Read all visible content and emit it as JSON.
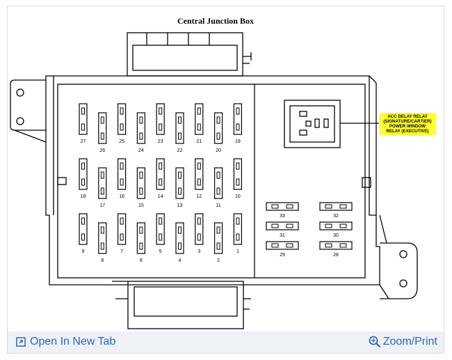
{
  "diagram": {
    "title": "Central Junction Box",
    "relay_callout": [
      "ACC DELAY RELAY",
      "(SIGNATURE/CARTIER)",
      "POWER WINDOW",
      "RELAY (EXECUTIVE)"
    ],
    "callout_color": "#ffff33",
    "fuse_rows": [
      [
        "27",
        "26",
        "25",
        "24",
        "23",
        "22",
        "21",
        "20",
        "19"
      ],
      [
        "18",
        "17",
        "16",
        "15",
        "14",
        "13",
        "12",
        "11",
        "10"
      ],
      [
        "9",
        "8",
        "7",
        "6",
        "5",
        "4",
        "3",
        "2",
        "1"
      ]
    ],
    "maxi_fuses": [
      [
        "33",
        "32"
      ],
      [
        "31",
        "30"
      ],
      [
        "29",
        "28"
      ]
    ]
  },
  "toolbar": {
    "open_tab_label": "Open In New Tab",
    "open_tab_icon": "open-in-new-tab-icon",
    "zoom_label": "Zoom/Print",
    "zoom_icon": "magnifier-plus-icon",
    "link_color": "#2c66b8",
    "bar_color": "#eef2f7"
  }
}
